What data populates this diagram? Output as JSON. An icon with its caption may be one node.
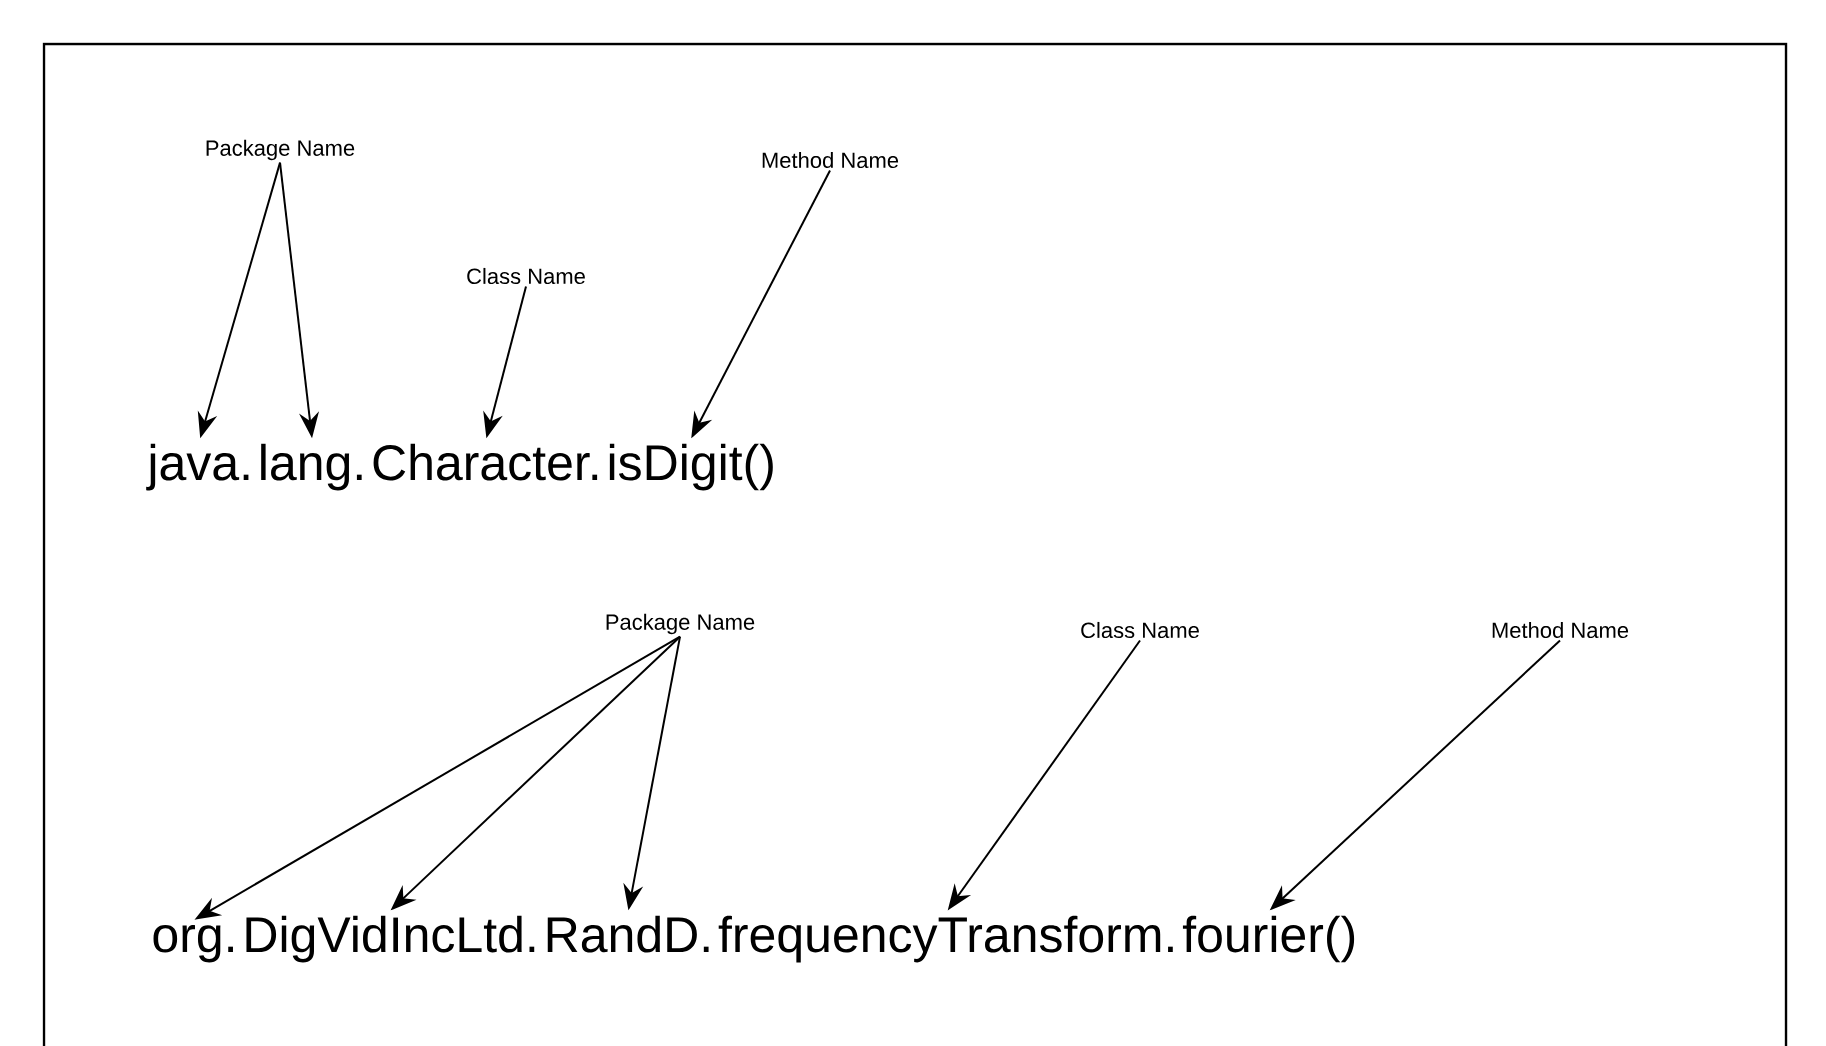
{
  "diagram": {
    "nodes": [
      {
        "text": [
          "Package Name"
        ]
      },
      {
        "text": [
          "Class Name"
        ]
      },
      {
        "text": [
          "Method Name"
        ]
      },
      {
        "text": [
          "java."
        ]
      },
      {
        "text": [
          "lang."
        ]
      },
      {
        "text": [
          "Character."
        ]
      },
      {
        "text": [
          "isDigit()"
        ]
      },
      {
        "text": [
          "Package Name"
        ]
      },
      {
        "text": [
          "Class Name"
        ]
      },
      {
        "text": [
          "Method Name"
        ]
      },
      {
        "text": [
          "org."
        ]
      },
      {
        "text": [
          "DigVidIncLtd."
        ]
      },
      {
        "text": [
          "RandD."
        ]
      },
      {
        "text": [
          "frequencyTransform."
        ]
      },
      {
        "text": [
          "fourier()"
        ]
      }
    ],
    "edges": [
      {
        "from": 0,
        "to": 3,
        "arrow": "to"
      },
      {
        "from": 0,
        "to": 4,
        "arrow": "to"
      },
      {
        "from": 1,
        "to": 5,
        "arrow": "to"
      },
      {
        "from": 2,
        "to": 6,
        "arrow": "to"
      },
      {
        "from": 7,
        "to": 10,
        "arrow": "to"
      },
      {
        "from": 7,
        "to": 11,
        "arrow": "to"
      },
      {
        "from": 7,
        "to": 12,
        "arrow": "to"
      },
      {
        "from": 8,
        "to": 13,
        "arrow": "to"
      },
      {
        "from": 9,
        "to": 14,
        "arrow": "to"
      }
    ]
  }
}
